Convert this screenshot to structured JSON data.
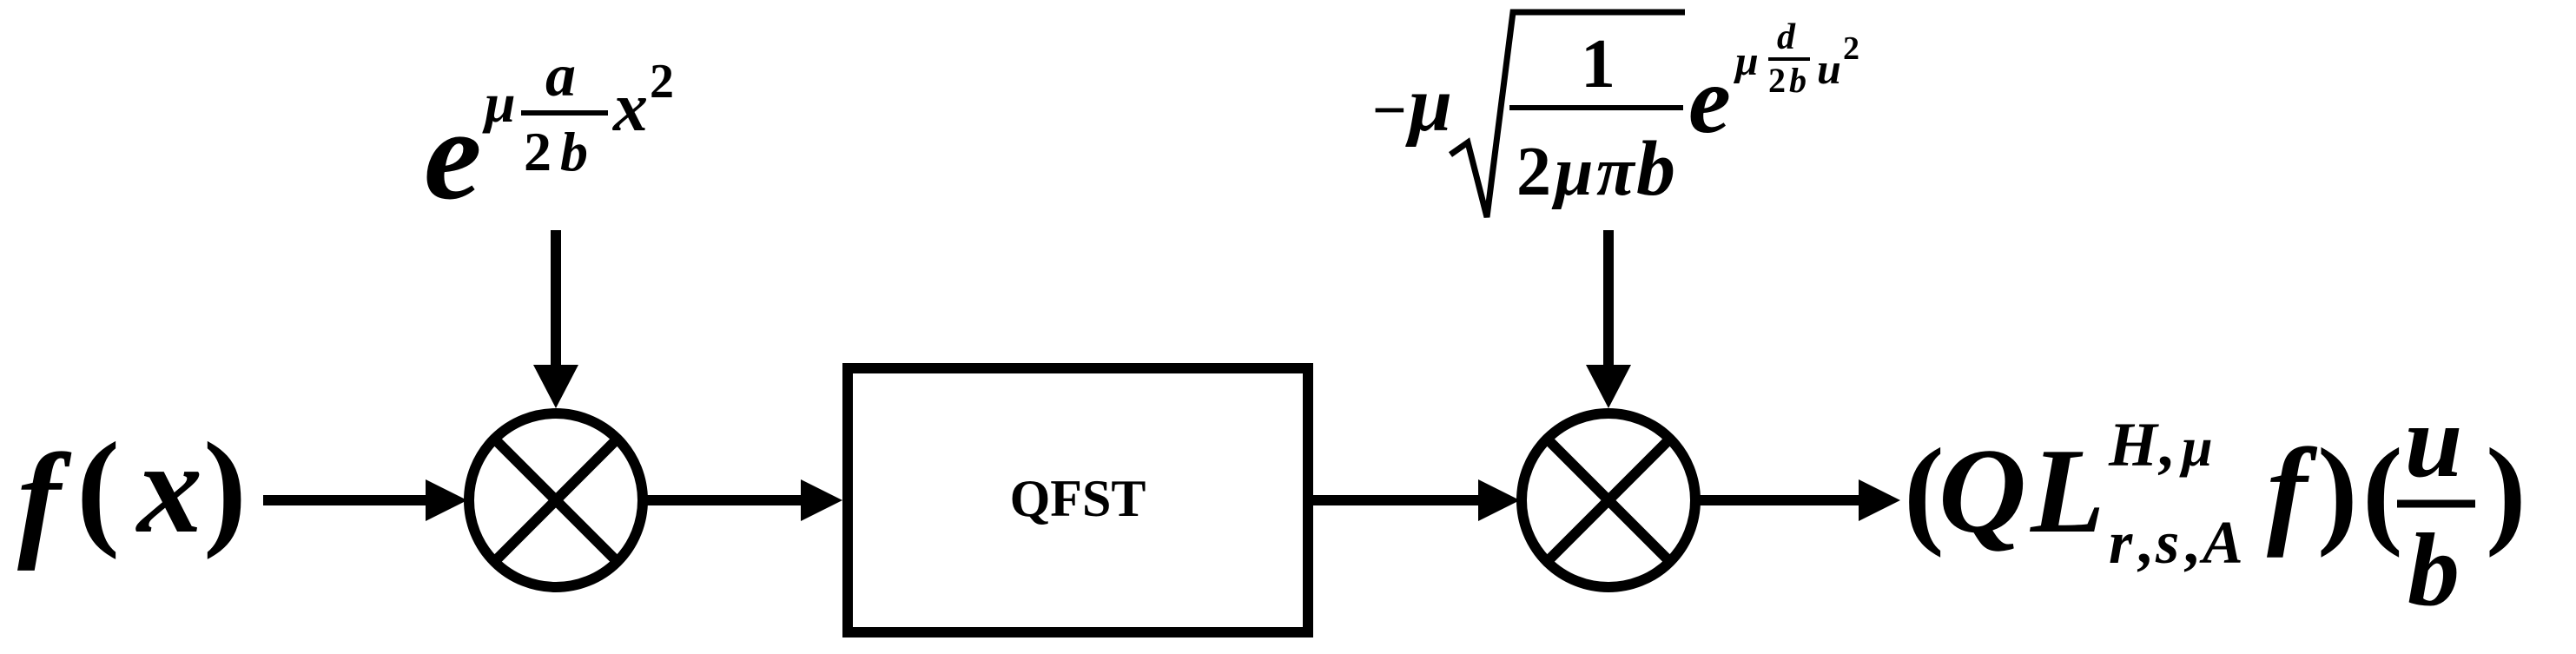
{
  "input_label": {
    "func": "f",
    "open": "(",
    "var": "x",
    "close": ")"
  },
  "chirp_1": {
    "base": "e",
    "mu": "μ",
    "num": "a",
    "den_2": "2",
    "den_b": "b",
    "var": "x",
    "power": "2"
  },
  "qfst_block": {
    "label": "QFST"
  },
  "chirp_2": {
    "minus": "−",
    "mu": "μ",
    "num": "1",
    "den_2": "2",
    "den_mu": "μ",
    "den_pi": "π",
    "den_b": "b",
    "base": "e",
    "exp_mu": "μ",
    "exp_num": "d",
    "exp_den_2": "2",
    "exp_den_b": "b",
    "exp_var": "u",
    "exp_power": "2"
  },
  "output_label": {
    "open1": "(",
    "Q": "Q",
    "L": "L",
    "sup_H": "H",
    "sup_comma": ",",
    "sup_mu": "μ",
    "sub_r": "r",
    "sub_c1": ",",
    "sub_s": "s",
    "sub_c2": ",",
    "sub_A": "A",
    "f": "f",
    "close1": ")",
    "open2": "(",
    "frac_num": "u",
    "frac_den": "b",
    "close2": ")"
  }
}
